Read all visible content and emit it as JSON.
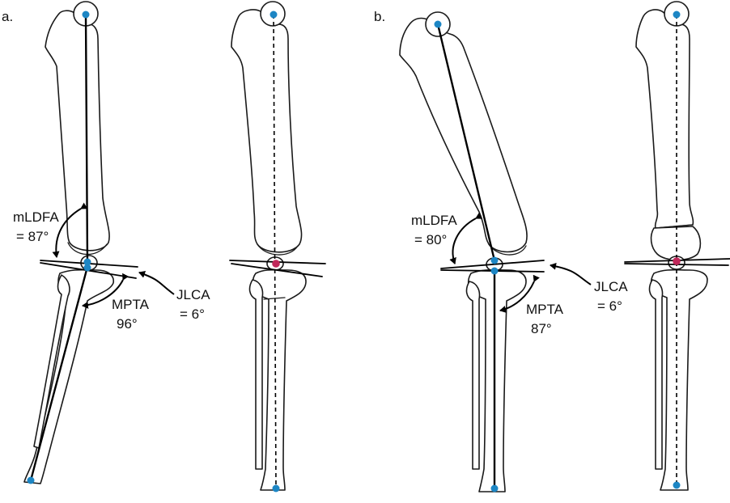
{
  "colors": {
    "joint_point": "#1d86c4",
    "joint_center": "#c0285a",
    "ink": "#000000"
  },
  "panels": [
    {
      "label": "a.",
      "mldfa": {
        "name": "mLDFA",
        "value": "= 87°"
      },
      "mpta": {
        "name": "MPTA",
        "value": "96°"
      },
      "jlca": {
        "name": "JLCA",
        "value": "= 6°"
      }
    },
    {
      "label": "b.",
      "mldfa": {
        "name": "mLDFA",
        "value": "= 80°"
      },
      "mpta": {
        "name": "MPTA",
        "value": "87°"
      },
      "jlca": {
        "name": "JLCA",
        "value": "= 6°"
      }
    }
  ]
}
